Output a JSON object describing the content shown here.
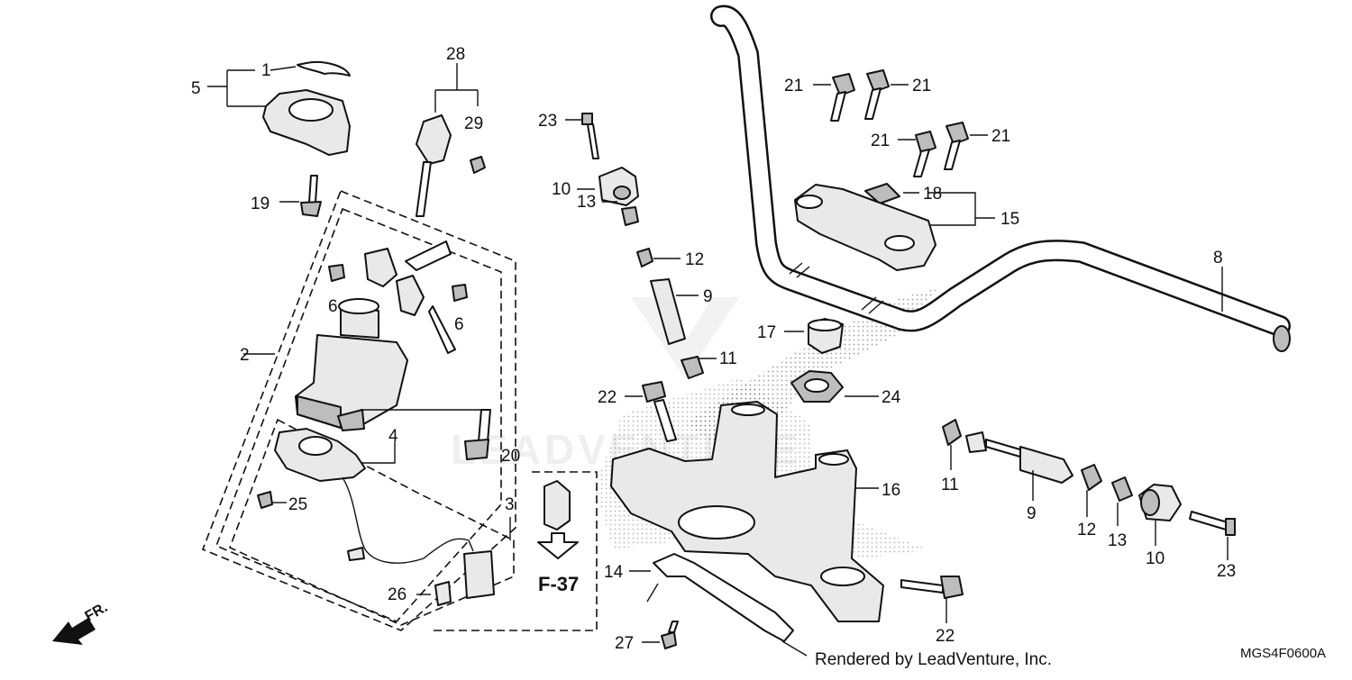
{
  "callouts": {
    "c1": "1",
    "c5": "5",
    "c28": "28",
    "c29": "29",
    "c19": "19",
    "c6a": "6",
    "c6b": "6",
    "c2": "2",
    "c4": "4",
    "c20": "20",
    "c25": "25",
    "c3": "3",
    "c26": "26",
    "c23a": "23",
    "c10a": "10",
    "c13a": "13",
    "c12a": "12",
    "c9a": "9",
    "c11a": "11",
    "c22a": "22",
    "c17": "17",
    "c24": "24",
    "c16": "16",
    "c14": "14",
    "c27": "27",
    "c21a": "21",
    "c21b": "21",
    "c21c": "21",
    "c21d": "21",
    "c18": "18",
    "c15": "15",
    "c8": "8",
    "c11b": "11",
    "c9b": "9",
    "c12b": "12",
    "c13b": "13",
    "c10b": "10",
    "c23b": "23",
    "c22b": "22"
  },
  "reference": {
    "label": "F-37"
  },
  "direction": {
    "label": "FR."
  },
  "watermark": {
    "text": "LEADVENTURE"
  },
  "footer": {
    "credit": "Rendered by LeadVenture, Inc.",
    "diagram_code": "MGS4F0600A"
  }
}
